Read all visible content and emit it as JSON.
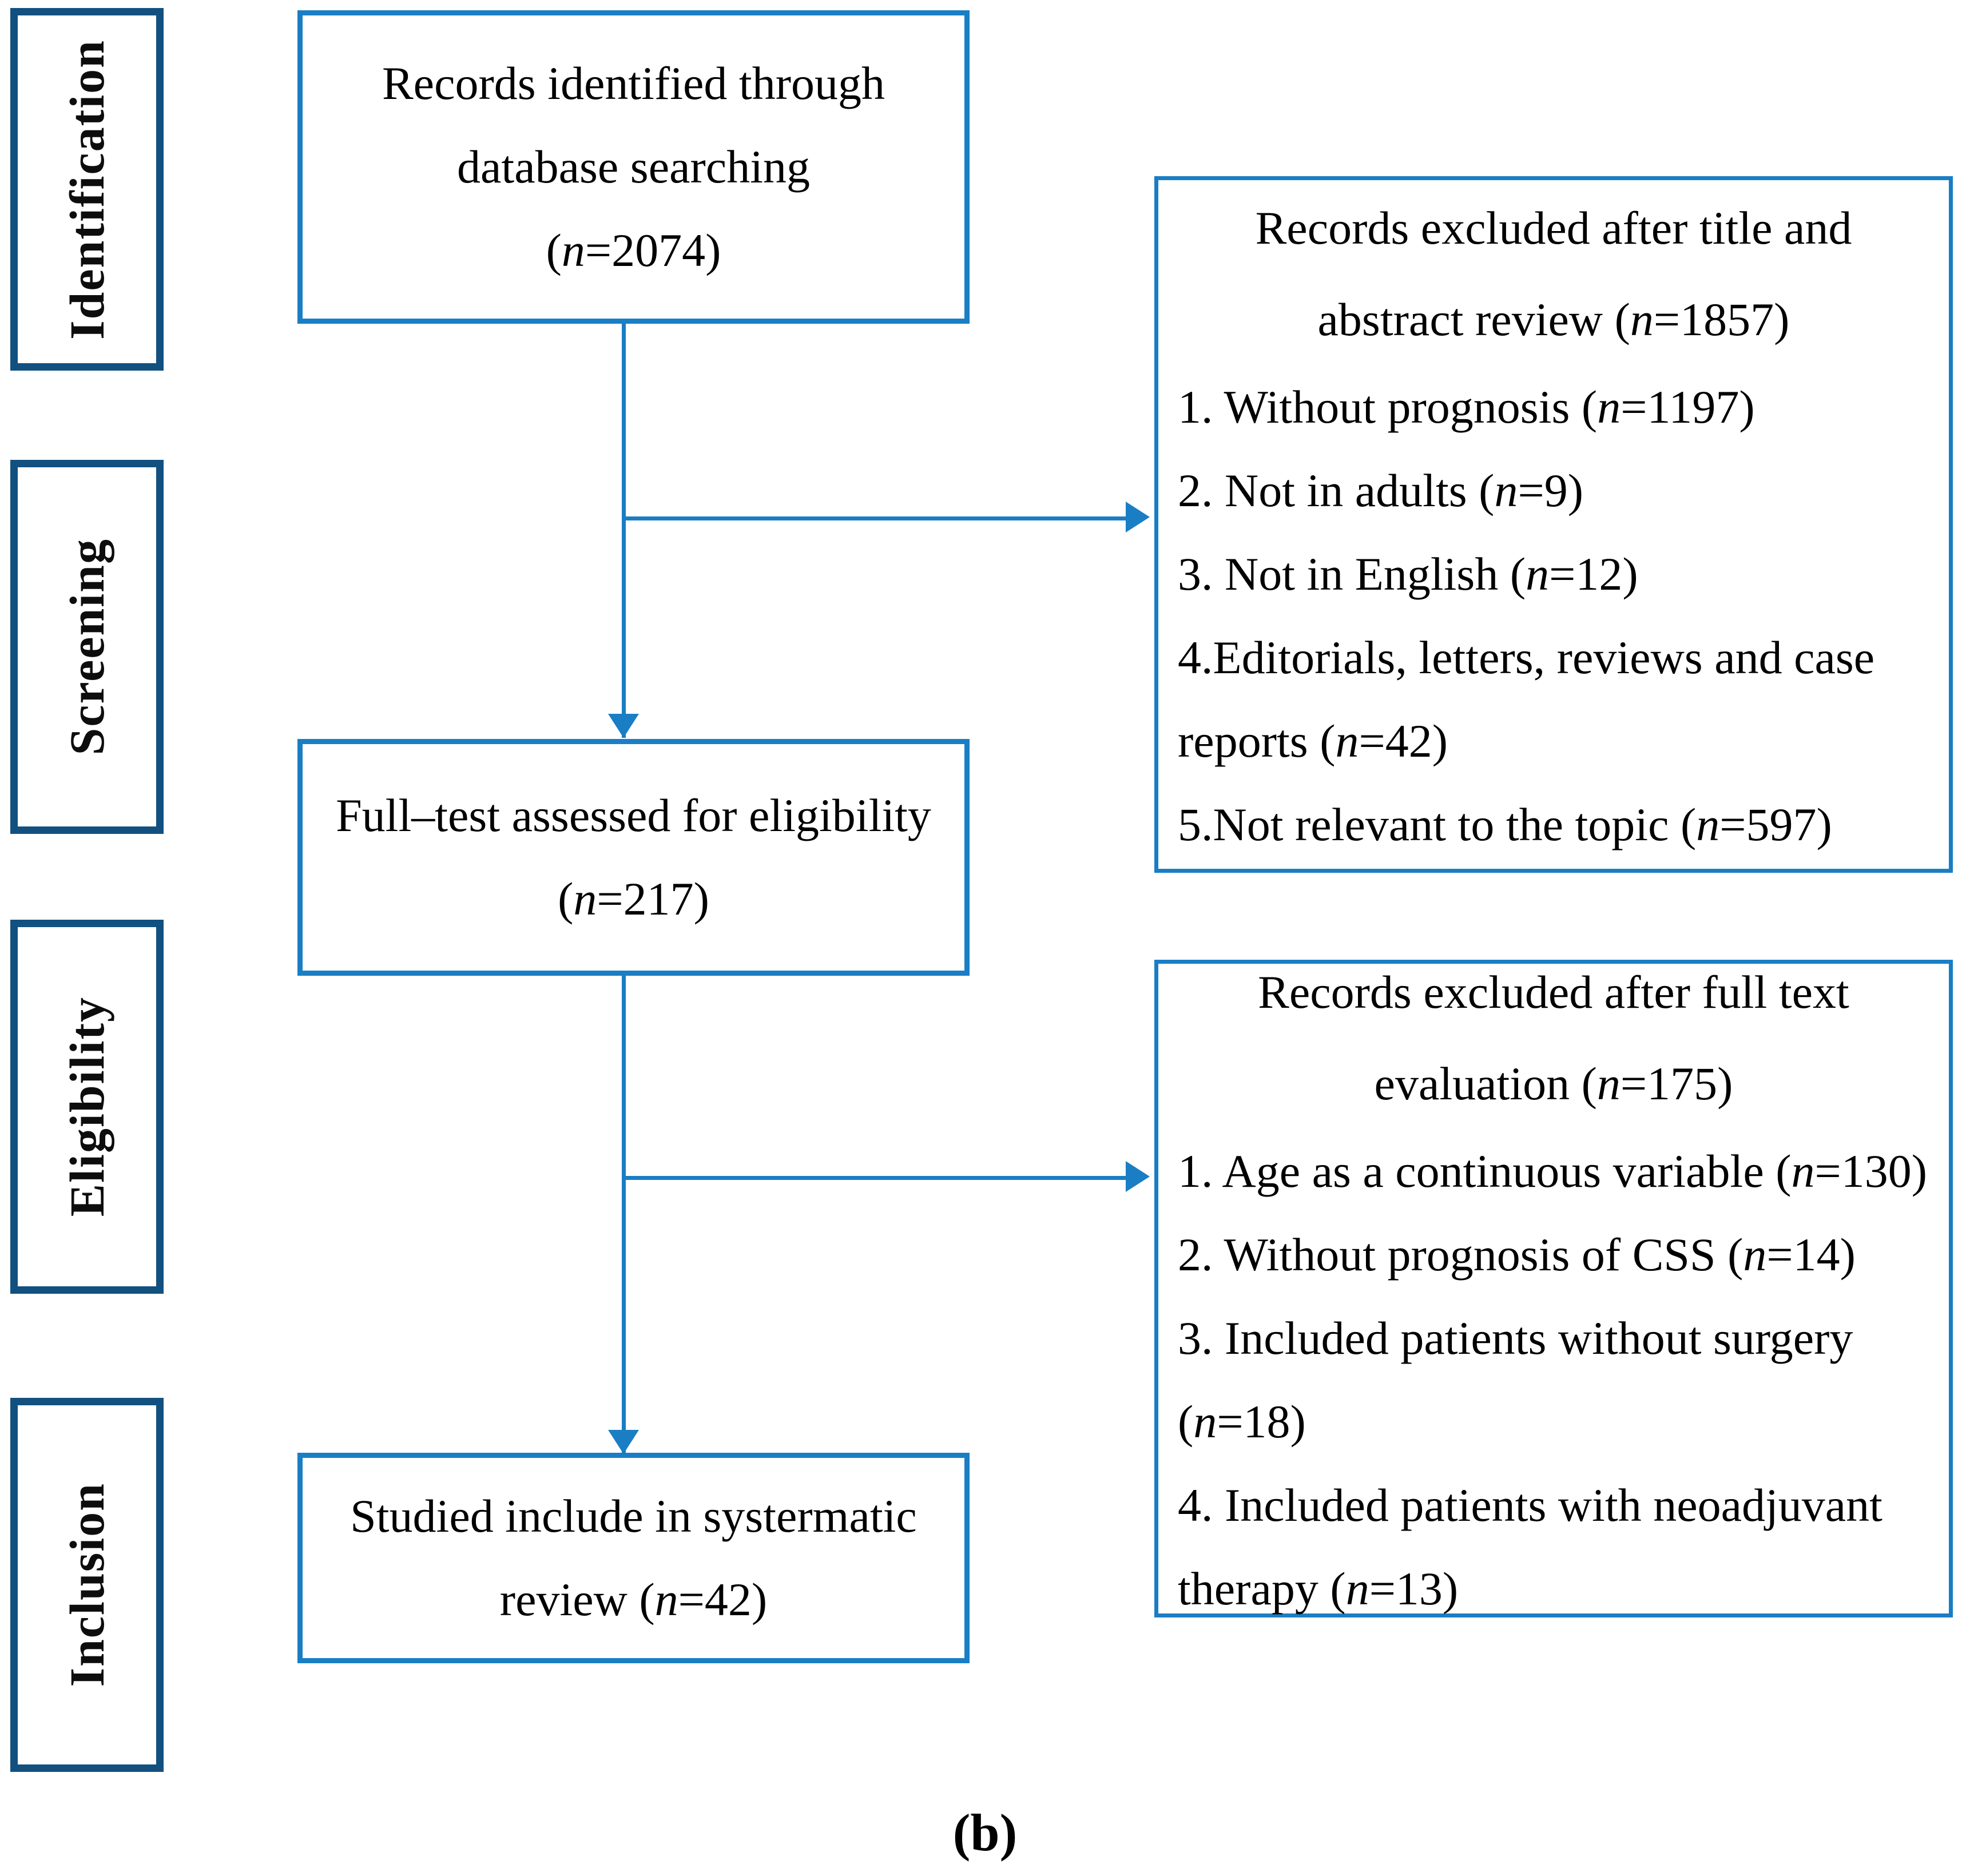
{
  "figure": {
    "caption": "(b)",
    "type": "PRISMA flow diagram",
    "colors": {
      "stage_label_border": "#12507f",
      "flow_box_border": "#1a7ec4",
      "connector": "#1a7ec4",
      "text": "#000000",
      "background": "#ffffff"
    }
  },
  "stages": [
    {
      "label": "Identification"
    },
    {
      "label": "Screening"
    },
    {
      "label": "Eligibility"
    },
    {
      "label": "Inclusion"
    }
  ],
  "flow": {
    "identified": {
      "lines": [
        "Records identified through",
        "database searching"
      ],
      "count_prefix": "(",
      "count_italic": "n",
      "count_value": "=2074)"
    },
    "fulltext": {
      "lines": [
        "Full–test assessed for eligibility"
      ],
      "count_prefix": "(",
      "count_italic": "n",
      "count_value": "=217)"
    },
    "included": {
      "lines": [
        "Studied include in systermatic"
      ],
      "last_line_prefix": "review (",
      "count_italic": "n",
      "count_value": "=42)"
    }
  },
  "excluded_title_abstract": {
    "header_line_1": "Records excluded after title and",
    "header_line_2_prefix": "abstract review (",
    "header_line_2_italic": "n",
    "header_line_2_suffix": "=1857)",
    "items": [
      {
        "prefix": "1. Without prognosis (",
        "italic": "n",
        "suffix": "=1197)"
      },
      {
        "prefix": "2. Not in adults (",
        "italic": "n",
        "suffix": "=9)"
      },
      {
        "prefix": "3. Not in English (",
        "italic": "n",
        "suffix": "=12)"
      },
      {
        "prefix": "4.Editorials, letters, reviews and case",
        "italic": "",
        "suffix": ""
      },
      {
        "prefix": "reports (",
        "italic": "n",
        "suffix": "=42)"
      },
      {
        "prefix": "5.Not relevant to the topic (",
        "italic": "n",
        "suffix": "=597)"
      }
    ]
  },
  "excluded_full_text": {
    "header_line_1": "Records excluded after full text",
    "header_line_2_prefix": "evaluation (",
    "header_line_2_italic": "n",
    "header_line_2_suffix": "=175)",
    "items": [
      {
        "prefix": "1. Age as a continuous variable (",
        "italic": "n",
        "suffix": "=130)"
      },
      {
        "prefix": "2. Without prognosis of CSS (",
        "italic": "n",
        "suffix": "=14)"
      },
      {
        "prefix": "3. Included patients without surgery",
        "italic": "",
        "suffix": ""
      },
      {
        "prefix": "(",
        "italic": "n",
        "suffix": "=18)"
      },
      {
        "prefix": "4. Included patients with neoadjuvant",
        "italic": "",
        "suffix": ""
      },
      {
        "prefix": "therapy (",
        "italic": "n",
        "suffix": "=13)"
      }
    ]
  }
}
